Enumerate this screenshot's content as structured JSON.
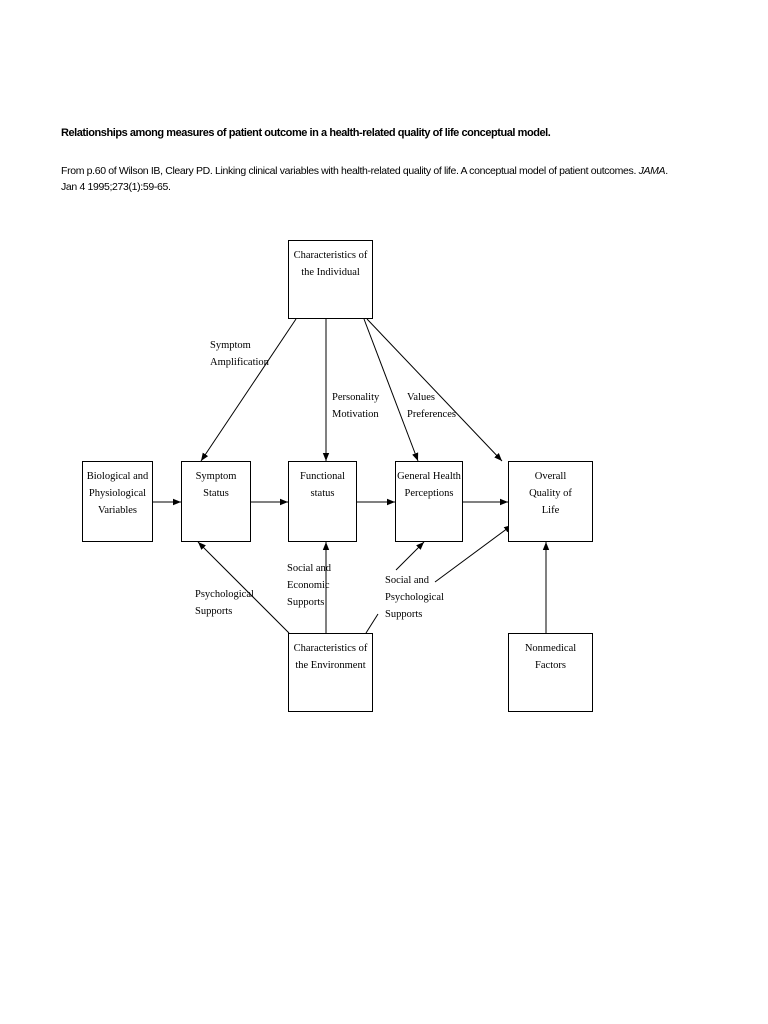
{
  "document": {
    "title": "Relationships among measures of patient outcome in a health-related quality of life conceptual model.",
    "citation_text": "From p.60 of Wilson IB, Cleary PD. Linking clinical variables with health-related quality of life. A conceptual model of patient outcomes. ",
    "citation_journal": "JAMA",
    "citation_tail": ".\nJan 4 1995;273(1):59-65."
  },
  "diagram": {
    "boxes": {
      "individual": "Characteristics of\nthe Individual",
      "biological": "Biological and\nPhysiological\nVariables",
      "symptom": "Symptom\nStatus",
      "functional": "Functional\nstatus",
      "general_health": "General Health\nPerceptions",
      "overall_qol": "Overall\nQuality of\nLife",
      "environment": "Characteristics of\nthe Environment",
      "nonmedical": "Nonmedical Factors"
    },
    "labels": {
      "symptom_amplification": "Symptom\nAmplification",
      "personality_motivation": "Personality\nMotivation",
      "values_preferences": "Values\nPreferences",
      "social_economic": "Social and\nEconomic\nSupports",
      "psychological_supports": "Psychological\nSupports",
      "social_psychological": "Social and\nPsychological\nSupports"
    }
  }
}
